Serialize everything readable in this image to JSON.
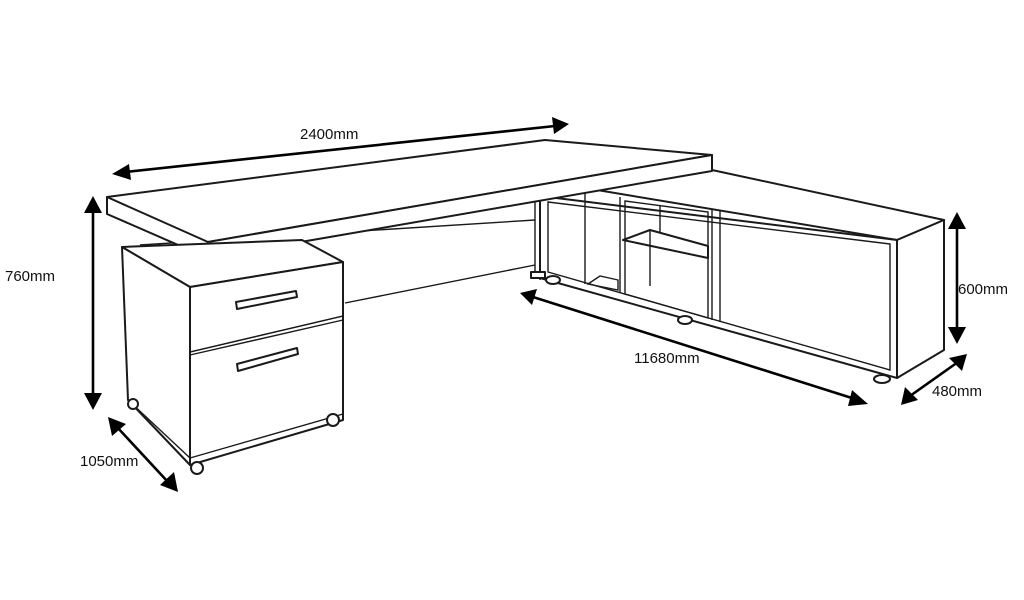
{
  "diagram": {
    "dimensions": {
      "desk_width": "2400mm",
      "desk_height": "760mm",
      "pedestal_depth": "1050mm",
      "cabinet_length": "11680mm",
      "cabinet_height": "600mm",
      "cabinet_depth": "480mm"
    },
    "colors": {
      "line": "#1a1a1a",
      "background": "#ffffff",
      "arrow": "#000000"
    }
  }
}
